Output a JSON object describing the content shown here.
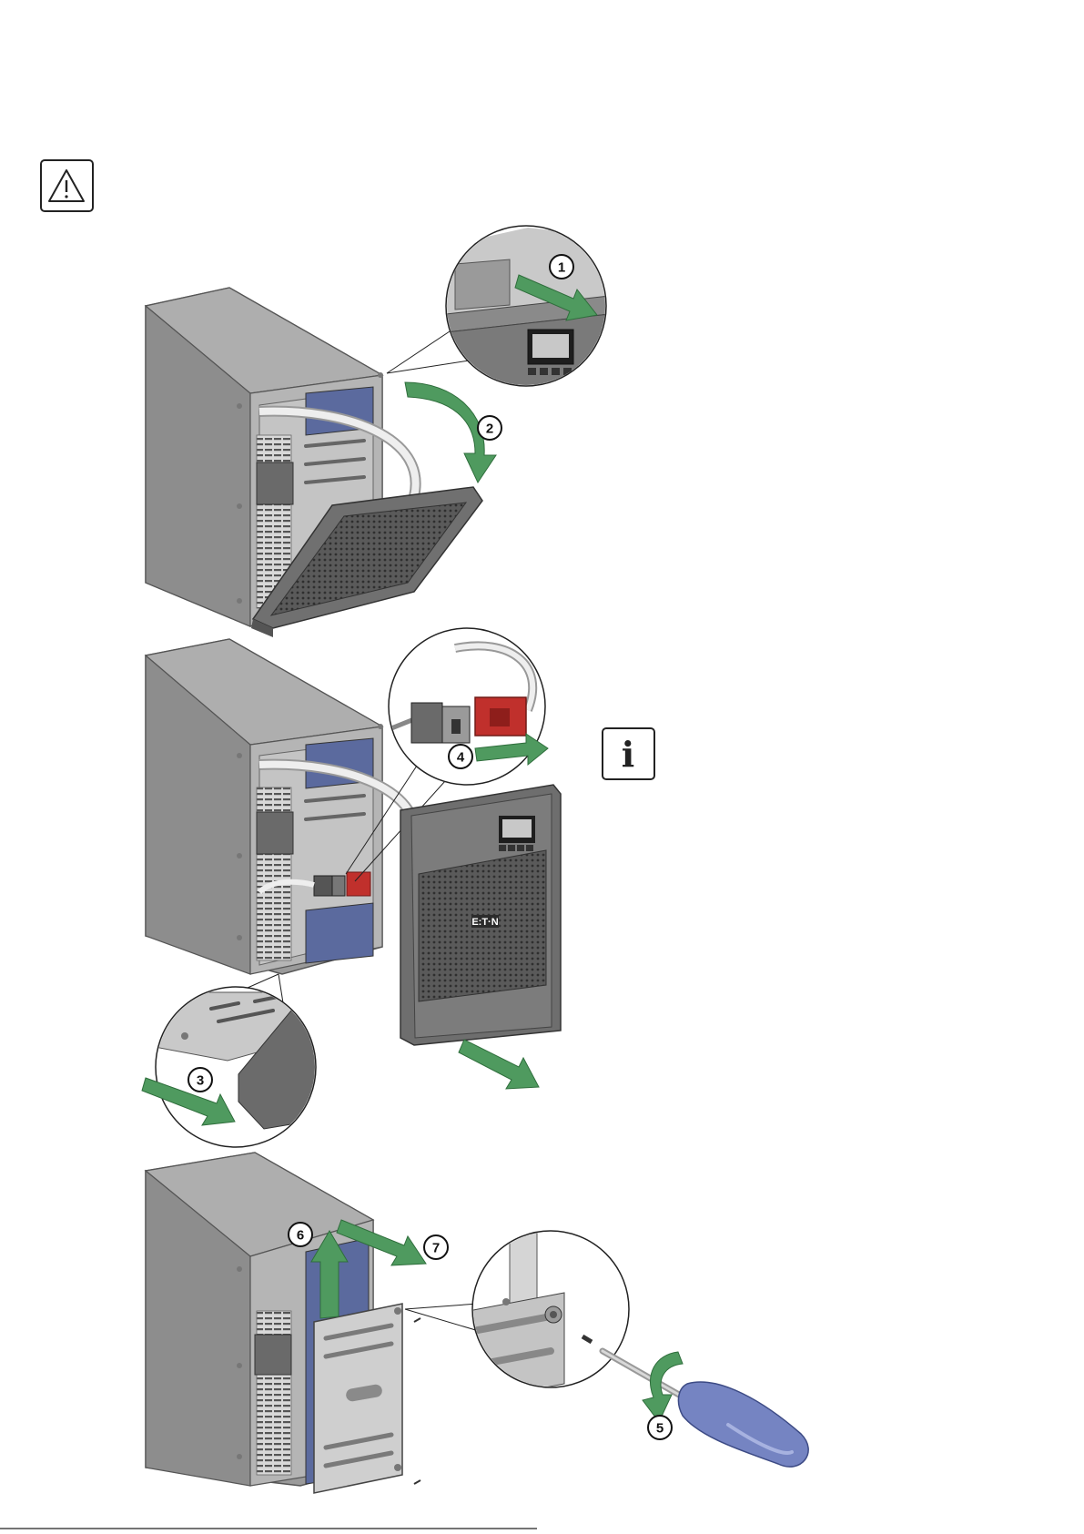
{
  "notices": {
    "warning_icon": "warning-triangle-icon",
    "info_icon": "info-i-icon",
    "info_glyph": "i"
  },
  "ups_front_panel": {
    "brand": "E:T·N"
  },
  "steps": {
    "s1": "1",
    "s2": "2",
    "s3": "3",
    "s4": "4",
    "s5": "5",
    "s6": "6",
    "s7": "7"
  },
  "colors": {
    "arrow": "#4f9a5f",
    "arrow_stroke": "#2f6e3c",
    "cabinet": "#8c8c8c",
    "cabinet_dark": "#6f6f6f",
    "cabinet_light": "#a5a5a5",
    "battery": "#5b6a9e",
    "connector_red": "#c0302c",
    "screwdriver": "#7584c2"
  }
}
